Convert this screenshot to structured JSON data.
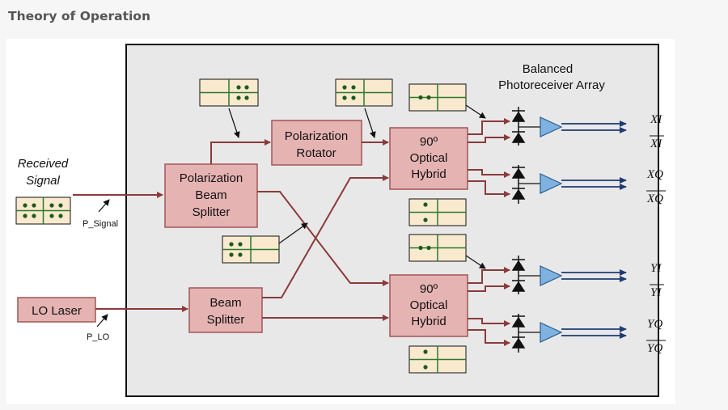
{
  "header": {
    "title": "Theory of Operation"
  },
  "diagram": {
    "received_signal": [
      "Received",
      "Signal"
    ],
    "p_signal": "P_Signal",
    "lo_laser": "LO Laser",
    "p_lo": "P_LO",
    "pbs": [
      "Polarization",
      "Beam",
      "Splitter"
    ],
    "rotator": [
      "Polarization",
      "Rotator"
    ],
    "beam_splitter": [
      "Beam",
      "Splitter"
    ],
    "hybrid_top": [
      "90º",
      "Optical",
      "Hybrid"
    ],
    "hybrid_bottom": [
      "90º",
      "Optical",
      "Hybrid"
    ],
    "photoreceiver": [
      "Balanced",
      "Photoreceiver Array"
    ],
    "outputs": {
      "xi": "XI",
      "xi_bar": "XI",
      "xq": "XQ",
      "xq_bar": "XQ",
      "yi": "YI",
      "yi_bar": "YI",
      "yq": "YQ",
      "yq_bar": "YQ"
    }
  },
  "colors": {
    "block_fill": "#e6b3b3",
    "block_stroke": "#a05656",
    "fiber": "#8b3a3a",
    "panel_fill": "#e8e8e8",
    "inset_fill": "#f9e9cf",
    "inset_line": "#2a7a2a",
    "amplifier": "#7fb2e0",
    "output_line": "#1f3b75"
  }
}
